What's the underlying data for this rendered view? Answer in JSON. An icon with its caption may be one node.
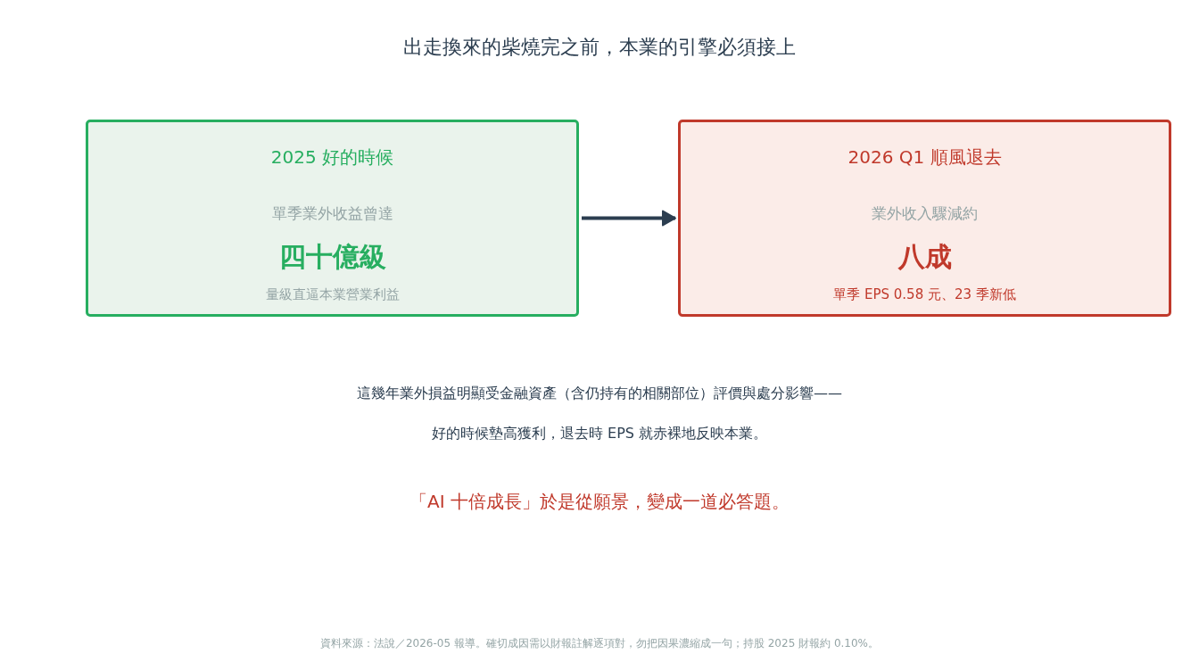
{
  "diagram": {
    "title": "出走換來的柴燒完之前，本業的引擎必須接上",
    "nodes": [
      {
        "text": [
          "2025 好的時候",
          "單季業外收益曾達",
          "四十億級",
          "量級直逼本業營業利益"
        ]
      },
      {
        "text": [
          "2026 Q1 順風退去",
          "業外收入驟減約",
          "八成",
          "單季 EPS 0.58 元、23 季新低"
        ]
      }
    ],
    "edges": [
      {
        "from": 0,
        "to": 1,
        "arrow": "to"
      }
    ],
    "labels": [
      "這幾年業外損益明顯受金融資產（含仍持有的相關部位）評價與處分影響——",
      "好的時候墊高獲利，退去時 EPS 就赤裸地反映本業。",
      "「AI 十倍成長」於是從願景，變成一道必答題。",
      "資料來源：法說／2026-05 報導。確切成因需以財報註解逐項對，勿把因果濃縮成一句；持股 2025 財報約 0.10%。"
    ]
  }
}
